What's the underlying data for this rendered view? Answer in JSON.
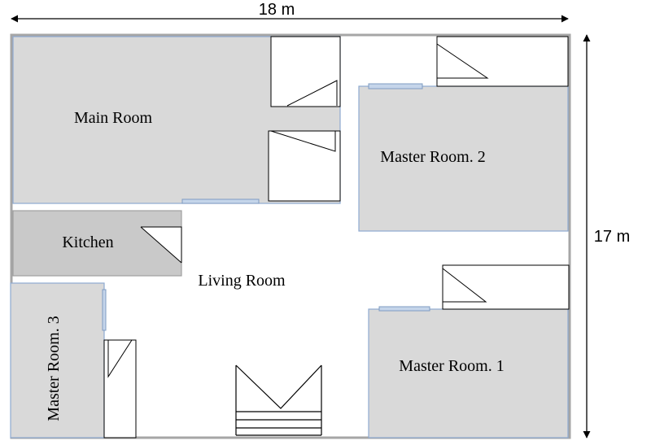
{
  "dimensions": {
    "width": "18 m",
    "height": "17 m"
  },
  "rooms": {
    "main_room": "Main Room",
    "master_room_2": "Master Room. 2",
    "kitchen": "Kitchen",
    "living_room": "Living Room",
    "master_room_3": "Master Room. 3",
    "master_room_1": "Master Room. 1"
  },
  "colors": {
    "room_fill": "#d9d9d9",
    "room_outline": "#8eaad0",
    "outer_wall": "#a6a6a6"
  }
}
